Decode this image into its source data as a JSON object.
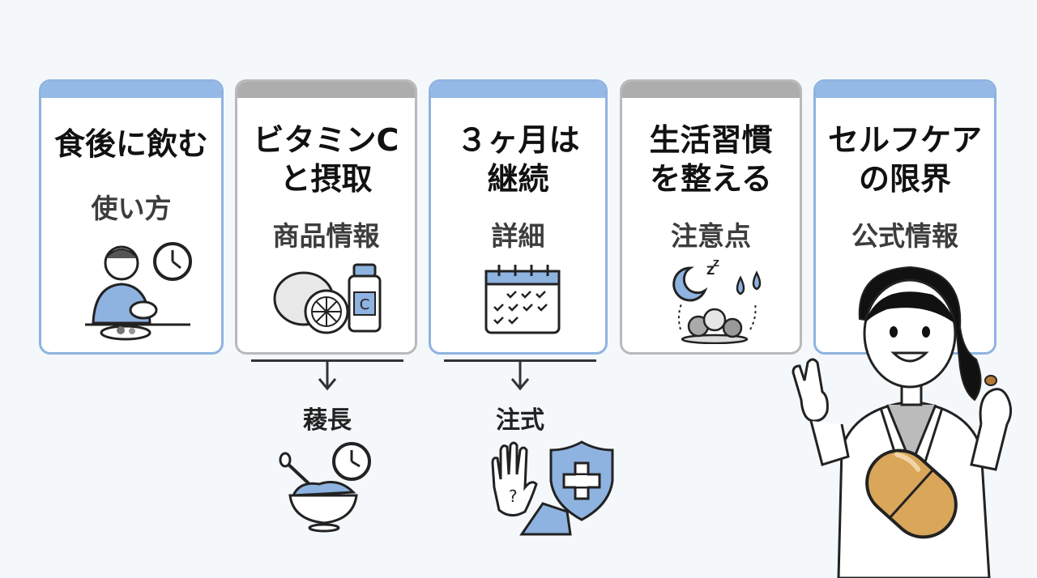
{
  "cards": [
    {
      "title": "食後に飲む",
      "sub": "使い方",
      "border": "#8fb3e0"
    },
    {
      "title": "ビタミンC\nと摂取",
      "sub": "商品情報",
      "border": "#b9b9b9"
    },
    {
      "title": "３ヶ月は\n継続",
      "sub": "詳細",
      "border": "#8fb3e0"
    },
    {
      "title": "生活習慣\nを整える",
      "sub": "注意点",
      "border": "#b9b9b9"
    },
    {
      "title": "セルフケア\nの限界",
      "sub": "公式情報",
      "border": "#8fb3e0"
    }
  ],
  "branches": [
    {
      "label": "薐長"
    },
    {
      "label": "注式"
    }
  ],
  "colors": {
    "accent_blue": "#95b9e6",
    "accent_gray": "#adadad",
    "capsule": "#d9a65a"
  }
}
